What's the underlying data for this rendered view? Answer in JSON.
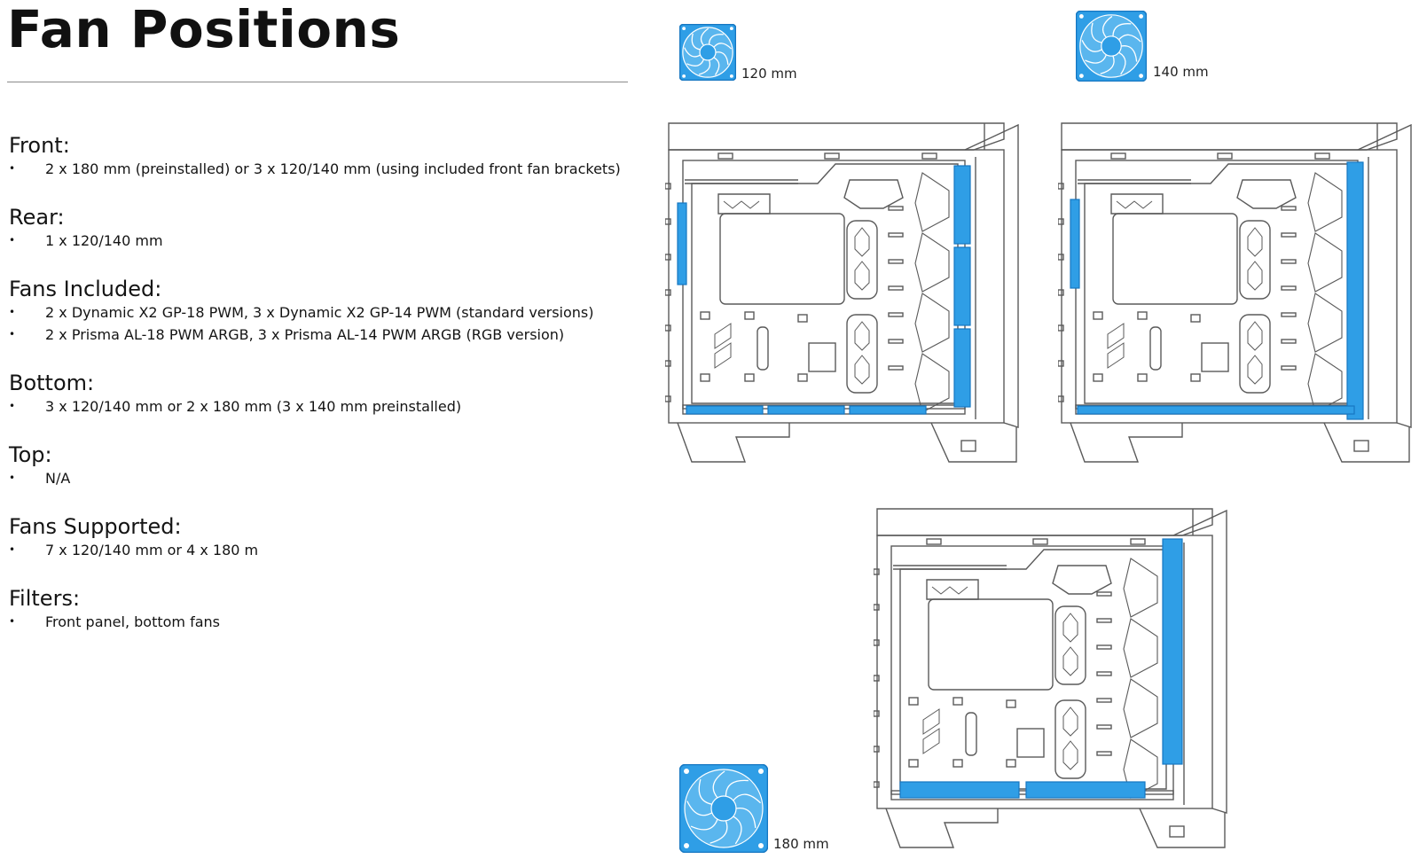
{
  "title": "Fan Positions",
  "sections": [
    {
      "heading": "Front:",
      "items": [
        "2 x 180 mm (preinstalled) or 3 x 120/140 mm (using included front fan brackets)"
      ]
    },
    {
      "heading": "Rear:",
      "items": [
        "1 x 120/140 mm"
      ]
    },
    {
      "heading": "Fans Included:",
      "items": [
        "2 x Dynamic X2 GP-18 PWM, 3 x Dynamic X2 GP-14 PWM (standard versions)",
        "2 x Prisma AL-18 PWM ARGB, 3 x Prisma AL-14 PWM ARGB (RGB version)"
      ]
    },
    {
      "heading": "Bottom:",
      "items": [
        "3 x 120/140 mm or 2 x 180 mm (3 x 140 mm preinstalled)"
      ]
    },
    {
      "heading": "Top:",
      "items": [
        "N/A"
      ]
    },
    {
      "heading": "Fans Supported:",
      "items": [
        "7 x 120/140 mm or 4 x 180 m"
      ]
    },
    {
      "heading": "Filters:",
      "items": [
        "Front panel, bottom fans"
      ]
    }
  ],
  "bullet_char": "•",
  "fans": {
    "fan_120": {
      "label": "120 mm"
    },
    "fan_140": {
      "label": "140 mm"
    },
    "fan_180": {
      "label": "180 mm"
    }
  },
  "colors": {
    "fan_blue": "#2f9ee6",
    "fan_dark": "#1677c2",
    "line": "#5a5a5a"
  },
  "icons": [
    "fan-120-icon",
    "fan-140-icon",
    "fan-180-icon",
    "case-diagram-120",
    "case-diagram-140",
    "case-diagram-180"
  ]
}
